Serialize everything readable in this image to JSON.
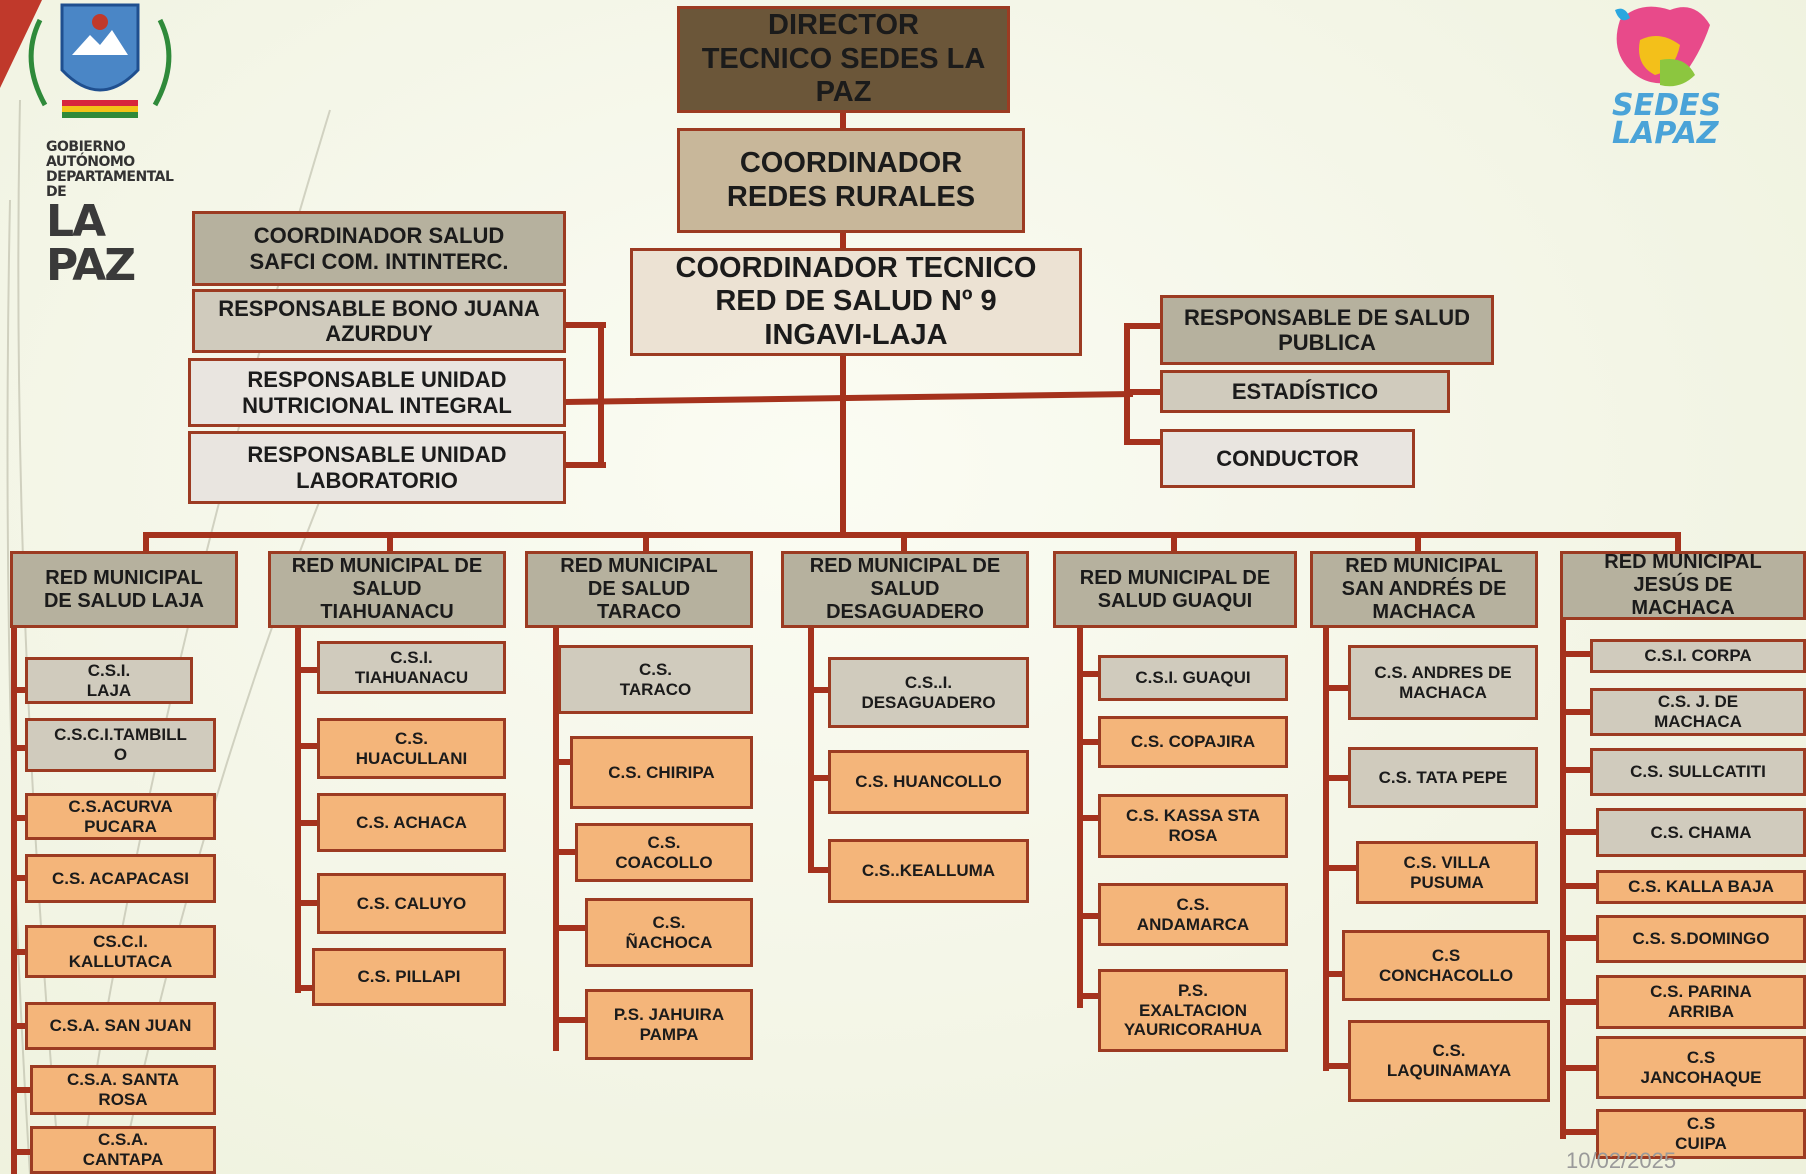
{
  "logos": {
    "left_text_line1": "GOBIERNO AUTÓNOMO",
    "left_text_line2": "DEPARTAMENTAL DE",
    "left_text_big": "LA PAZ",
    "right_text": "SEDES\nLAPAZ"
  },
  "top": {
    "director": "DIRECTOR\nTECNICO SEDES LA\nPAZ",
    "coord_redes": "COORDINADOR\nREDES RURALES",
    "coord_tecnico": "COORDINADOR TECNICO\nRED DE SALUD Nº 9\nINGAVI-LAJA",
    "coord_safci": "COORDINADOR SALUD\nSAFCI  COM. INTINTERC."
  },
  "left_staff": [
    "RESPONSABLE BONO JUANA\nAZURDUY",
    "RESPONSABLE UNIDAD\nNUTRICIONAL INTEGRAL",
    "RESPONSABLE UNIDAD\nLABORATORIO"
  ],
  "right_staff": [
    "RESPONSABLE DE SALUD\nPUBLICA",
    "ESTADÍSTICO",
    "CONDUCTOR"
  ],
  "redes": [
    {
      "title": "RED MUNICIPAL\nDE SALUD LAJA",
      "centers": [
        "C.S.I.\nLAJA",
        "C.S.C.I.TAMBILL\nO",
        "C.S.ACURVA\nPUCARA",
        "C.S. ACAPACASI",
        "CS.C.I.\nKALLUTACA",
        "C.S.A. SAN JUAN",
        "C.S.A. SANTA\nROSA",
        "C.S.A.\nCANTAPA"
      ]
    },
    {
      "title": "RED MUNICIPAL DE\nSALUD\nTIAHUANACU",
      "centers": [
        "C.S.I.\nTIAHUANACU",
        "C.S.\nHUACULLANI",
        "C.S. ACHACA",
        "C.S.  CALUYO",
        "C.S. PILLAPI"
      ]
    },
    {
      "title": "RED MUNICIPAL\nDE SALUD\nTARACO",
      "centers": [
        "C.S.\nTARACO",
        "C.S. CHIRIPA",
        "C.S.\nCOACOLLO",
        "C.S.\nÑACHOCA",
        "P.S. JAHUIRA\nPAMPA"
      ]
    },
    {
      "title": "RED MUNICIPAL DE\nSALUD\nDESAGUADERO",
      "centers": [
        "C.S..I.\nDESAGUADERO",
        "C.S. HUANCOLLO",
        "C.S..KEALLUMA"
      ]
    },
    {
      "title": "RED MUNICIPAL DE\nSALUD GUAQUI",
      "centers": [
        "C.S.I.  GUAQUI",
        "C.S. COPAJIRA",
        "C.S. KASSA STA\nROSA",
        "C.S.\nANDAMARCA",
        "P.S.\nEXALTACION\nYAURICORAHUA"
      ]
    },
    {
      "title": "RED MUNICIPAL\nSAN ANDRÉS DE\nMACHACA",
      "centers": [
        "C.S. ANDRES DE\nMACHACA",
        "C.S.  TATA PEPE",
        "C.S. VILLA\nPUSUMA",
        "C.S\nCONCHACOLLO",
        "C.S.\nLAQUINAMAYA"
      ]
    },
    {
      "title": "RED MUNICIPAL\nJESÚS  DE\nMACHACA",
      "centers": [
        "C.S.I. CORPA",
        "C.S. J. DE\nMACHACA",
        "C.S. SULLCATITI",
        "C.S. CHAMA",
        "C.S. KALLA BAJA",
        "C.S. S.DOMINGO",
        "C.S. PARINA\nARRIBA",
        "C.S\nJANCOHAQUE",
        "C.S\nCUIPA"
      ]
    }
  ],
  "footer": {
    "date": "10/02/2025"
  }
}
